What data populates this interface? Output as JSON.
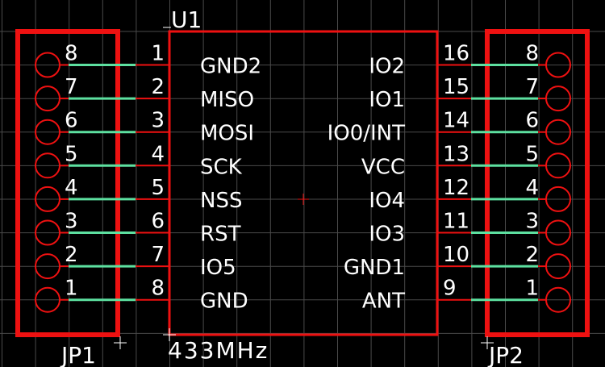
{
  "colors": {
    "background": "#000000",
    "grid": "#4a4a4a",
    "outline": "#ee1111",
    "wire": "#5de0a0",
    "text": "#ffffff"
  },
  "component": {
    "name": "U1",
    "value": "433MHz",
    "left_pins": [
      {
        "num": "1",
        "label": "GND2"
      },
      {
        "num": "2",
        "label": "MISO"
      },
      {
        "num": "3",
        "label": "MOSI"
      },
      {
        "num": "4",
        "label": "SCK"
      },
      {
        "num": "5",
        "label": "NSS"
      },
      {
        "num": "6",
        "label": "RST"
      },
      {
        "num": "7",
        "label": "IO5"
      },
      {
        "num": "8",
        "label": "GND"
      }
    ],
    "right_pins": [
      {
        "num": "16",
        "label": "IO2"
      },
      {
        "num": "15",
        "label": "IO1"
      },
      {
        "num": "14",
        "label": "IO0/INT"
      },
      {
        "num": "13",
        "label": "VCC"
      },
      {
        "num": "12",
        "label": "IO4"
      },
      {
        "num": "11",
        "label": "IO3"
      },
      {
        "num": "10",
        "label": "GND1"
      },
      {
        "num": "9",
        "label": "ANT"
      }
    ]
  },
  "connectors": {
    "left": {
      "name": "JP1",
      "pins": [
        "8",
        "7",
        "6",
        "5",
        "4",
        "3",
        "2",
        "1"
      ]
    },
    "right": {
      "name": "JP2",
      "pins": [
        "8",
        "7",
        "6",
        "5",
        "4",
        "3",
        "2",
        "1"
      ]
    }
  }
}
